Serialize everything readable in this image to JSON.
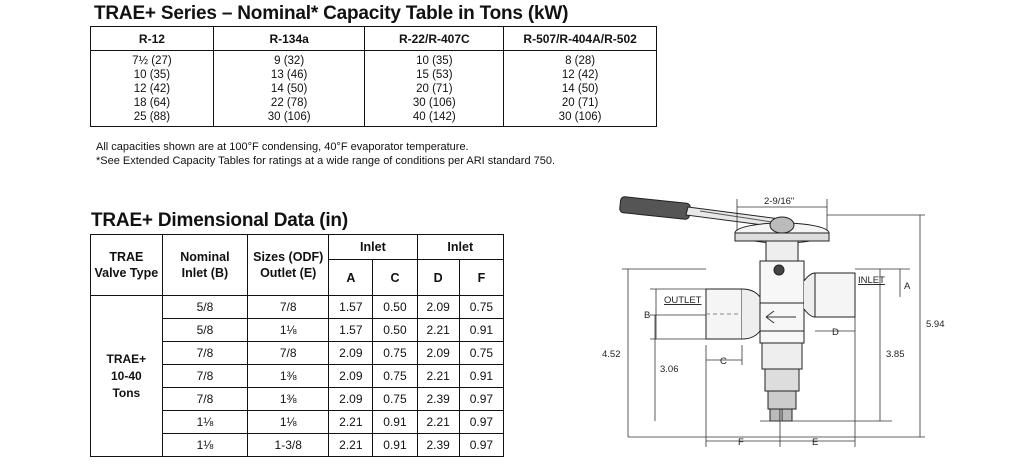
{
  "capacity": {
    "title": "TRAE+ Series – Nominal* Capacity Table in Tons (kW)",
    "headers": [
      "R-12",
      "R-134a",
      "R-22/R-407C",
      "R-507/R-404A/R-502"
    ],
    "rows": [
      [
        "7½ (27)",
        "9 (32)",
        "10 (35)",
        "8 (28)"
      ],
      [
        "10 (35)",
        "13 (46)",
        "15 (53)",
        "12 (42)"
      ],
      [
        "12 (42)",
        "14 (50)",
        "20 (71)",
        "14 (50)"
      ],
      [
        "18 (64)",
        "22 (78)",
        "30 (106)",
        "20 (71)"
      ],
      [
        "25 (88)",
        "30 (106)",
        "40 (142)",
        "30 (106)"
      ]
    ],
    "note1": "All capacities shown are at 100°F condensing, 40°F evaporator temperature.",
    "note2": "*See Extended Capacity Tables for ratings at a wide range of conditions per ARI standard 750."
  },
  "dimensional": {
    "title": "TRAE+ Dimensional Data (in)",
    "headers": {
      "valve_type": "TRAE\nValve Type",
      "nominal": "Nominal\nInlet (B)",
      "sizes": "Sizes (ODF)\nOutlet (E)",
      "inlet_group_1": "Inlet",
      "inlet_group_2": "Inlet",
      "a": "A",
      "c": "C",
      "d": "D",
      "f": "F"
    },
    "model": "TRAE+\n10-40\nTons",
    "rows": [
      [
        "5/8",
        "7/8",
        "1.57",
        "0.50",
        "2.09",
        "0.75"
      ],
      [
        "5/8",
        "1⅛",
        "1.57",
        "0.50",
        "2.21",
        "0.91"
      ],
      [
        "7/8",
        "7/8",
        "2.09",
        "0.75",
        "2.09",
        "0.75"
      ],
      [
        "7/8",
        "1⅜",
        "2.09",
        "0.75",
        "2.21",
        "0.91"
      ],
      [
        "7/8",
        "1⅜",
        "2.09",
        "0.75",
        "2.39",
        "0.97"
      ],
      [
        "1⅛",
        "1⅛",
        "2.21",
        "0.91",
        "2.21",
        "0.97"
      ],
      [
        "1⅛",
        "1-3/8",
        "2.21",
        "0.91",
        "2.39",
        "0.97"
      ]
    ]
  },
  "drawing": {
    "dim_top": "2-9/16\"",
    "label_inlet": "INLET",
    "label_outlet": "OUTLET",
    "dim_a": "A",
    "dim_b": "B",
    "dim_c": "C",
    "dim_d": "D",
    "dim_e": "E",
    "dim_f": "F",
    "dim_594": "5.94",
    "dim_452": "4.52",
    "dim_385": "3.85",
    "dim_306": "3.06"
  }
}
